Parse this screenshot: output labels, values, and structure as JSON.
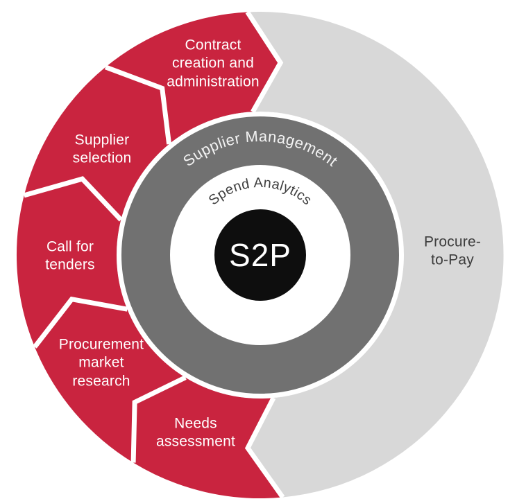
{
  "colors": {
    "red": "#C9243F",
    "light_gray": "#D8D8D8",
    "dark_gray": "#717171",
    "black": "#0E0E0E",
    "white": "#FFFFFF",
    "step_text": "#FFFFFF",
    "p2p_text": "#3D3D3D",
    "middle_ring_text": "#F2F2F2",
    "inner_ring_text": "#3F3F3F",
    "center_text": "#FFFFFF"
  },
  "wheel": {
    "center": "S2P",
    "inner_ring": "Spend Analytics",
    "middle_ring": "Supplier Management",
    "procure_to_pay": "Procure-\nto-Pay",
    "steps": [
      {
        "label": "Contract\ncreation and\nadministration"
      },
      {
        "label": "Supplier\nselection"
      },
      {
        "label": "Call for\ntenders"
      },
      {
        "label": "Procurement\nmarket\nresearch"
      },
      {
        "label": "Needs\nassessment"
      }
    ]
  }
}
